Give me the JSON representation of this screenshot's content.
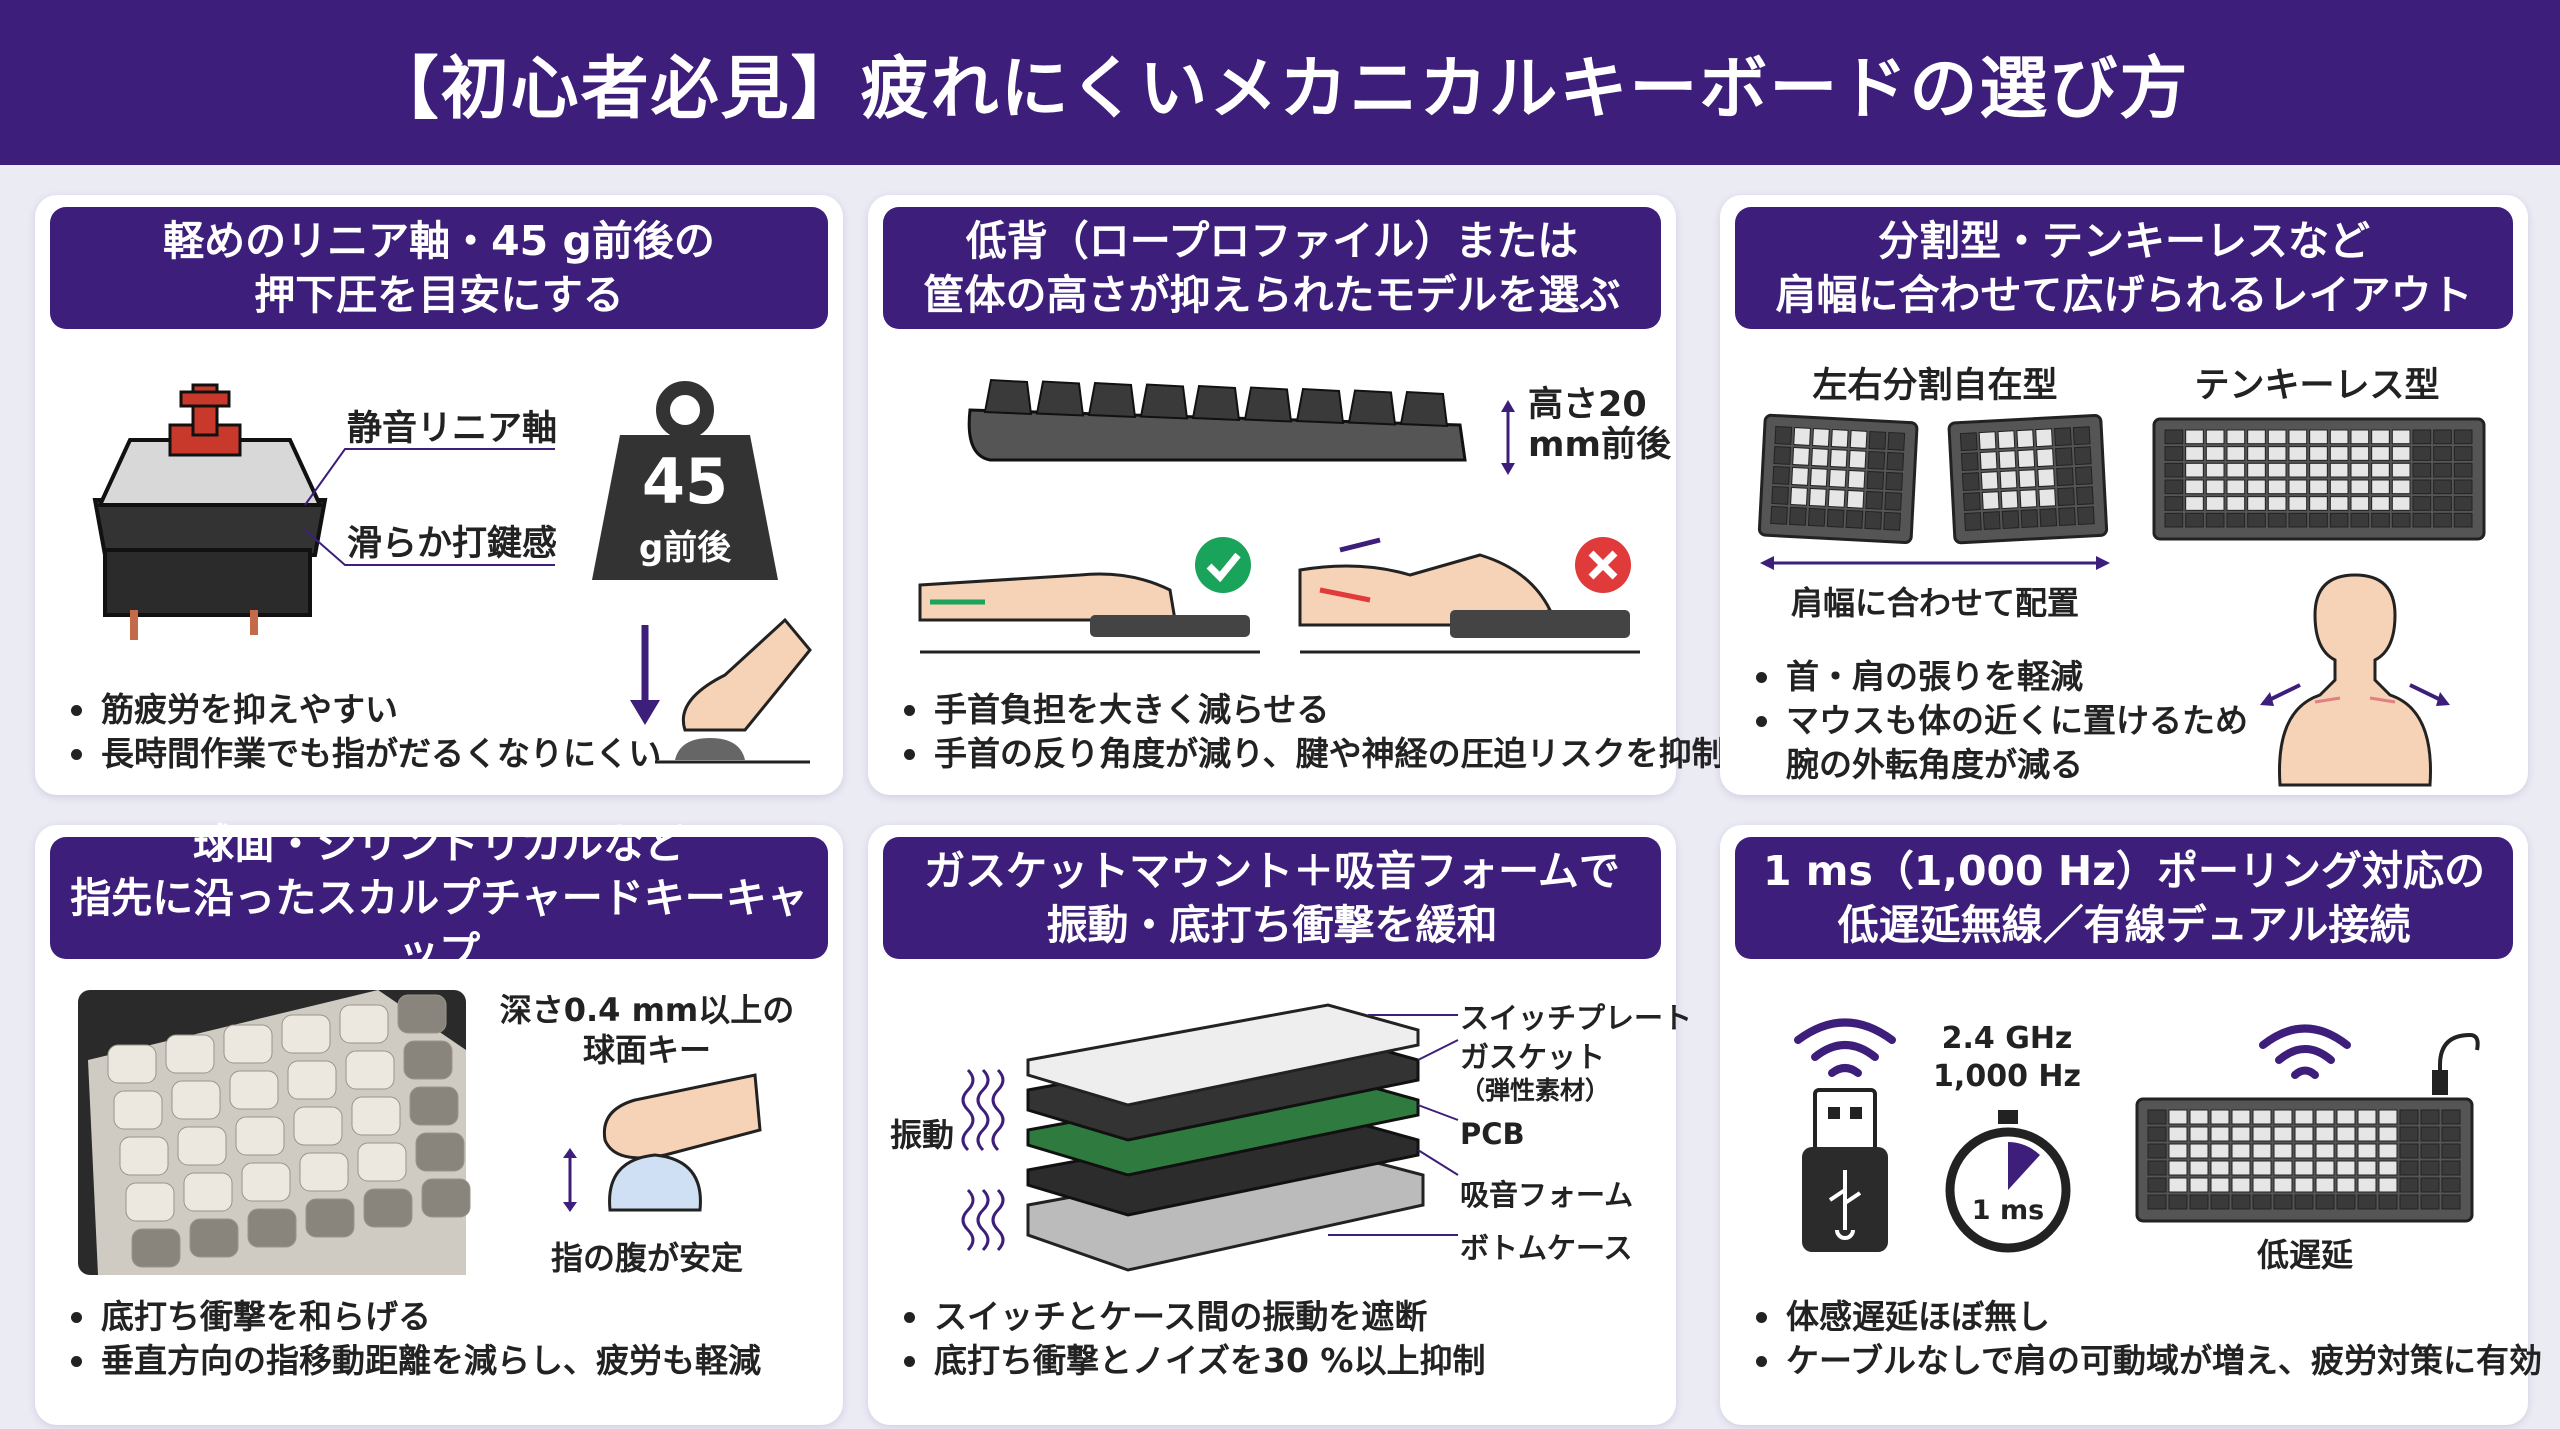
{
  "title": "【初心者必見】疲れにくいメカニカルキーボードの選び方",
  "colors": {
    "brand": "#3d1e7a",
    "background": "#ebebf4",
    "check": "#1aa35a",
    "cross": "#e03a3a",
    "switch_stem": "#c9392b"
  },
  "cards": [
    {
      "header": [
        "軽めのリニア軸・45 g前後の",
        "押下圧を目安にする"
      ],
      "labels": {
        "switch_type": "静音リニア軸",
        "feel": "滑らか打鍵感",
        "weight_value": "45",
        "weight_unit": "g前後"
      },
      "bullets": [
        "筋疲労を抑えやすい",
        "長時間作業でも指がだるくなりにくい"
      ]
    },
    {
      "header": [
        "低背（ロープロファイル）または",
        "筐体の高さが抑えられたモデルを選ぶ"
      ],
      "labels": {
        "height_line1": "高さ20",
        "height_line2": "mm前後"
      },
      "bullets": [
        "手首負担を大きく減らせる",
        "手首の反り角度が減り、腱や神経の圧迫リスクを抑制"
      ]
    },
    {
      "header": [
        "分割型・テンキーレスなど",
        "肩幅に合わせて広げられるレイアウト"
      ],
      "labels": {
        "split": "左右分割自在型",
        "tkl": "テンキーレス型",
        "shoulder": "肩幅に合わせて配置"
      },
      "bullets": [
        "首・肩の張りを軽減",
        "マウスも体の近くに置けるため",
        "腕の外転角度が減る"
      ]
    },
    {
      "header": [
        "球面・シリンドリカルなど",
        "指先に沿ったスカルプチャードキーキャップ"
      ],
      "labels": {
        "depth_line1": "深さ0.4 mm以上の",
        "depth_line2": "球面キー",
        "stable": "指の腹が安定"
      },
      "bullets": [
        "底打ち衝撃を和らげる",
        "垂直方向の指移動距離を減らし、疲労も軽減"
      ]
    },
    {
      "header": [
        "ガスケットマウント＋吸音フォームで",
        "振動・底打ち衝撃を緩和"
      ],
      "labels": {
        "vibration": "振動",
        "plate": "スイッチプレート",
        "gasket": "ガスケット",
        "gasket_sub": "（弾性素材）",
        "pcb": "PCB",
        "foam": "吸音フォーム",
        "bottom": "ボトムケース"
      },
      "bullets": [
        "スイッチとケース間の振動を遮断",
        "底打ち衝撃とノイズを30 %以上抑制"
      ]
    },
    {
      "header": [
        "1 ms（1,000 Hz）ポーリング対応の",
        "低遅延無線／有線デュアル接続"
      ],
      "labels": {
        "freq1": "2.4 GHz",
        "freq2": "1,000 Hz",
        "latency": "1 ms",
        "low_latency": "低遅延"
      },
      "bullets": [
        "体感遅延ほぼ無し",
        "ケーブルなしで肩の可動域が増え、疲労対策に有効"
      ]
    }
  ]
}
